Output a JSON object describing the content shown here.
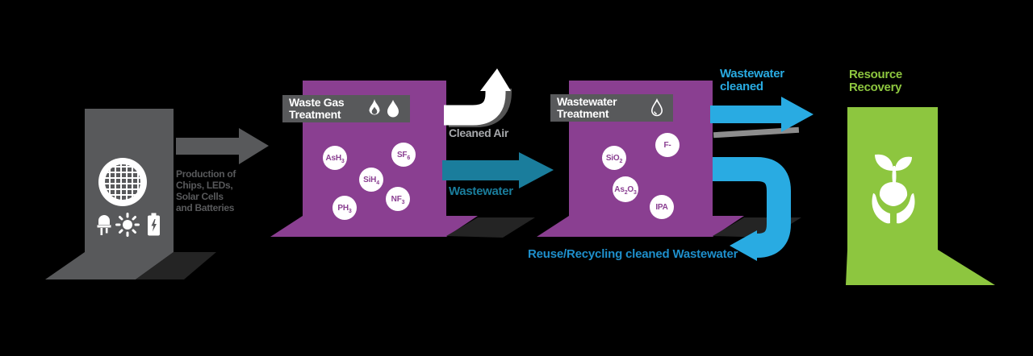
{
  "colors": {
    "purple": "#8A3F91",
    "gray": "#58595B",
    "teal": "#1A7D9C",
    "light_blue": "#29ABE2",
    "green": "#8DC63F",
    "reuse_blue": "#1E8FCB",
    "air_gray": "#A7A9AC"
  },
  "fab": {
    "label_line1": "Production of",
    "label_line2": "Chips, LEDs,",
    "label_line3": "Solar Cells",
    "label_line4": "and Batteries",
    "icons": [
      "wafer-icon",
      "led-icon",
      "sun-icon",
      "battery-icon"
    ]
  },
  "waste_gas": {
    "title_line1": "Waste Gas",
    "title_line2": "Treatment",
    "icons": [
      "flame-icon",
      "droplet-icon"
    ],
    "chem1": {
      "b1": "AsH",
      "s1": "3"
    },
    "chem2": {
      "b1": "SF",
      "s1": "6"
    },
    "chem3": {
      "b1": "SiH",
      "s1": "4"
    },
    "chem4": {
      "b1": "NF",
      "s1": "3"
    },
    "chem5": {
      "b1": "PH",
      "s1": "3"
    }
  },
  "wastewater": {
    "title_line1": "Wastewater",
    "title_line2": "Treatment",
    "icons": [
      "droplet-outline-icon"
    ],
    "chem1": {
      "b1": "SiO",
      "s1": "2"
    },
    "chem2": {
      "b1": "F-"
    },
    "chem3": {
      "b1": "As",
      "s1": "2",
      "b2": "O",
      "s2": "3"
    },
    "chem4": {
      "b1": "IPA"
    }
  },
  "labels": {
    "cleaned_air": "Cleaned Air",
    "wastewater_arrow": "Wastewater",
    "wastewater_cleaned_line1": "Wastewater",
    "wastewater_cleaned_line2": "cleaned",
    "resource_line1": "Resource",
    "resource_line2": "Recovery",
    "reuse": "Reuse/Recycling cleaned Wastewater"
  }
}
